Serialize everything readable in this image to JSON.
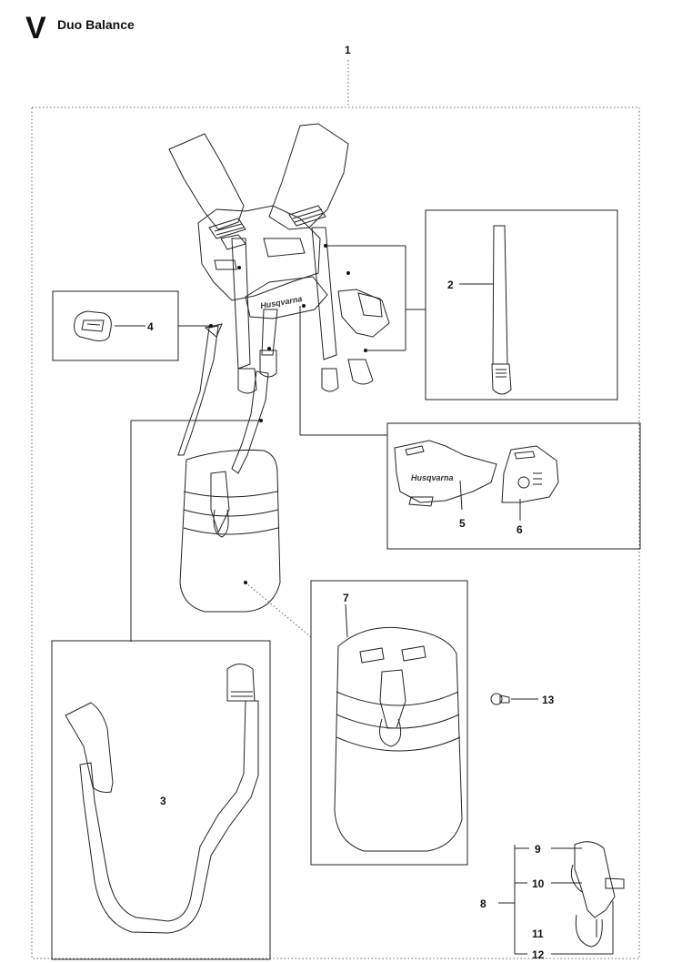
{
  "header": {
    "section_letter": "V",
    "title": "Duo Balance"
  },
  "callouts": {
    "c1": "1",
    "c2": "2",
    "c3": "3",
    "c4": "4",
    "c5": "5",
    "c6": "6",
    "c7": "7",
    "c8": "8",
    "c9": "9",
    "c10": "10",
    "c11": "11",
    "c12": "12",
    "c13": "13"
  },
  "brand_text": "Husqvarna"
}
